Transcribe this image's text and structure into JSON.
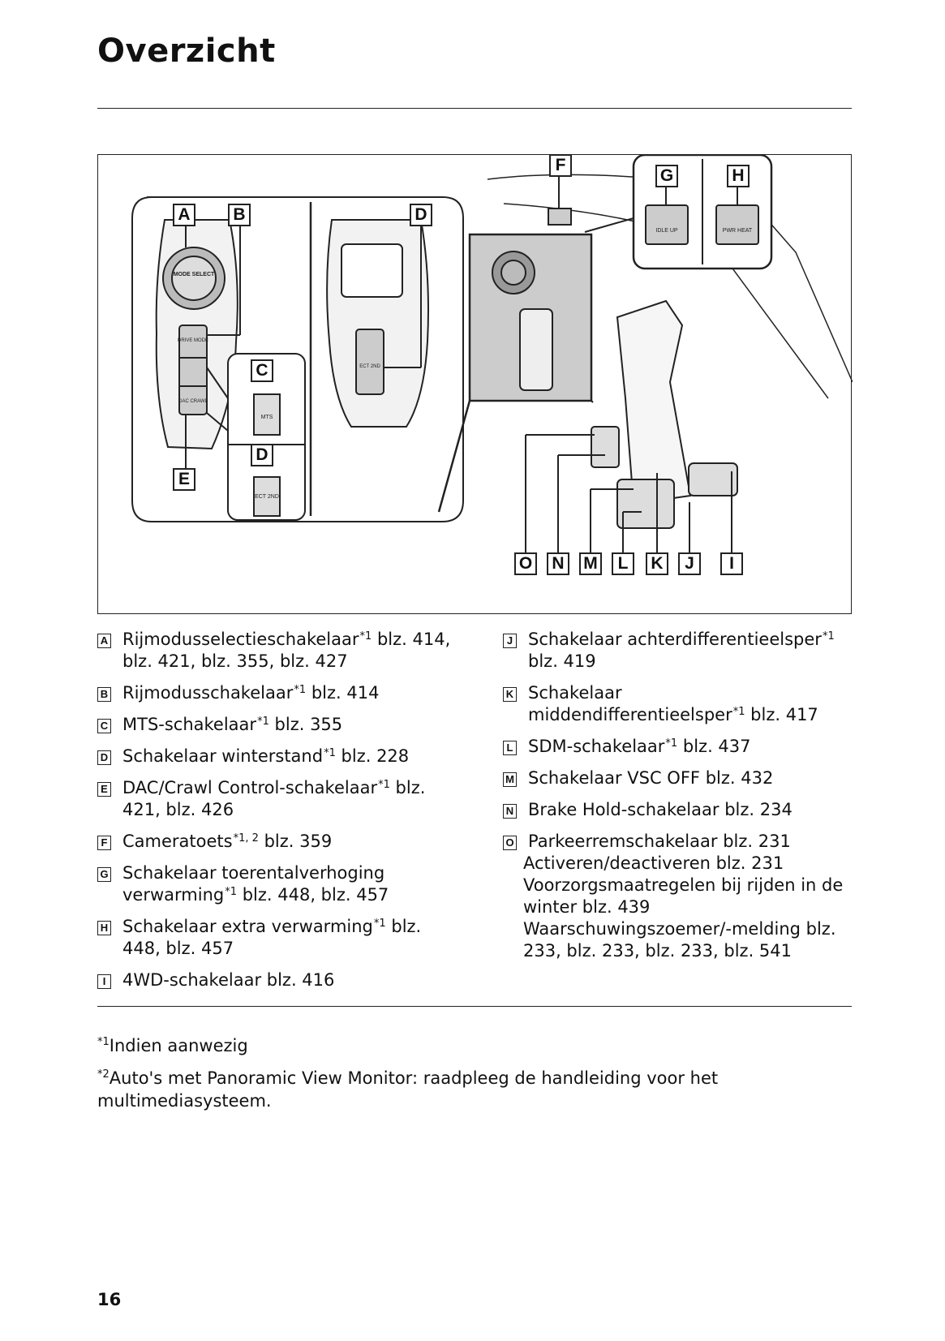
{
  "page": {
    "title": "Overzicht",
    "page_number": "16"
  },
  "figure": {
    "callouts": [
      "A",
      "B",
      "C",
      "D",
      "E",
      "F",
      "G",
      "H",
      "I",
      "J",
      "K",
      "L",
      "M",
      "N",
      "O"
    ],
    "switch_texts": {
      "mode_select": "MODE SELECT",
      "drive_mode": "DRIVE MODE",
      "dac_crawl": "DAC CRAWL",
      "mts": "MTS",
      "ect_2nd": "ECT 2ND",
      "idle_up": "IDLE UP",
      "pwr_heat": "PWR HEAT"
    }
  },
  "legend_left": [
    {
      "letter": "A",
      "name": "Rijmodusselectieschakelaar",
      "sup": "*1",
      "ref": "blz. 414, blz. 421, blz. 355, blz. 427"
    },
    {
      "letter": "B",
      "name": "Rijmodusschakelaar",
      "sup": "*1",
      "ref": "blz. 414"
    },
    {
      "letter": "C",
      "name": "MTS-schakelaar",
      "sup": "*1",
      "ref": "blz. 355"
    },
    {
      "letter": "D",
      "name": "Schakelaar winterstand",
      "sup": "*1",
      "ref": "blz. 228"
    },
    {
      "letter": "E",
      "name": "DAC/Crawl Control-schakelaar",
      "sup": "*1",
      "ref": "blz. 421, blz. 426"
    },
    {
      "letter": "F",
      "name": "Cameratoets",
      "sup": "*1, 2",
      "ref": "blz. 359"
    },
    {
      "letter": "G",
      "name": "Schakelaar toerentalverhoging",
      "name2": "verwarming",
      "sup": "*1",
      "ref": "blz. 448, blz. 457"
    },
    {
      "letter": "H",
      "name": "Schakelaar extra verwarming",
      "sup": "*1",
      "ref": "blz. 448, blz. 457"
    },
    {
      "letter": "I",
      "name": "4WD-schakelaar",
      "sup": "",
      "ref": "blz. 416"
    }
  ],
  "legend_right": [
    {
      "letter": "J",
      "name": "Schakelaar achterdifferentieelsper",
      "sup": "*1",
      "ref": "blz. 419"
    },
    {
      "letter": "K",
      "name": "Schakelaar",
      "name2": "middendifferentieelsper",
      "sup": "*1",
      "ref": "blz. 417"
    },
    {
      "letter": "L",
      "name": "SDM-schakelaar",
      "sup": "*1",
      "ref": "blz. 437"
    },
    {
      "letter": "M",
      "name": "Schakelaar VSC OFF",
      "sup": "",
      "ref": "blz. 432"
    },
    {
      "letter": "N",
      "name": "Brake Hold-schakelaar",
      "sup": "",
      "ref": "blz. 234"
    },
    {
      "letter": "O",
      "name": "Parkeerremschakelaar",
      "sup": "",
      "ref": "blz. 231",
      "extra": [
        "Activeren/deactiveren blz. 231",
        "Voorzorgsmaatregelen bij rijden in de winter blz. 439",
        "Waarschuwingszoemer/-melding blz. 233, blz. 233, blz. 233, blz. 541"
      ]
    }
  ],
  "footnotes": [
    {
      "mark": "*1",
      "text": "Indien aanwezig"
    },
    {
      "mark": "*2",
      "text": "Auto's met Panoramic View Monitor: raadpleeg de handleiding voor het multimediasysteem."
    }
  ]
}
